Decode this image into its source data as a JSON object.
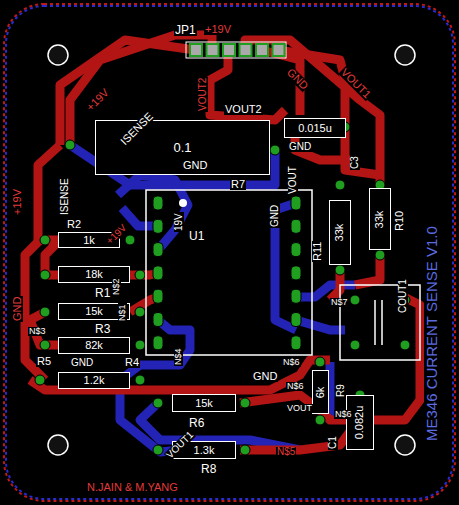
{
  "diagram": {
    "nodes": [
      {
        "text": [
          "0.1"
        ]
      },
      {
        "text": [
          "0.015u"
        ]
      },
      {
        "text": [
          "1k"
        ]
      },
      {
        "text": [
          "18k"
        ]
      },
      {
        "text": [
          "15k"
        ]
      },
      {
        "text": [
          "82k"
        ]
      },
      {
        "text": [
          "1.2k"
        ]
      },
      {
        "text": [
          "33k"
        ]
      },
      {
        "text": [
          "33k"
        ]
      },
      {
        "text": [
          "6k"
        ]
      },
      {
        "text": [
          "15k"
        ]
      },
      {
        "text": [
          "1.3k"
        ]
      },
      {
        "text": [
          "0.082u"
        ]
      }
    ],
    "labels": [
      "JP1",
      "+19V",
      "+19V",
      "ISENSE",
      "VOUT2",
      "GND",
      "VOUT1",
      "VOUT2",
      "GND",
      "R7",
      "GND",
      "C3",
      "VOUT",
      "+19V",
      "ISENSE",
      "R2",
      "+19V",
      "19V",
      "U1",
      "GND",
      "R11",
      "R10",
      "GND",
      "N$2",
      "R1",
      "N$1",
      "N$3",
      "R3",
      "R5",
      "GND",
      "R4",
      "N$4",
      "N$7",
      "COUT1",
      "N$6",
      "GND",
      "N$6",
      "R9",
      "VOUT",
      "N$6",
      "C1",
      "R6",
      "VOUT1",
      "R8",
      "N$5",
      "N.JAIN & M.YANG",
      "ME346 CURRENT SENSE V1.0"
    ]
  }
}
